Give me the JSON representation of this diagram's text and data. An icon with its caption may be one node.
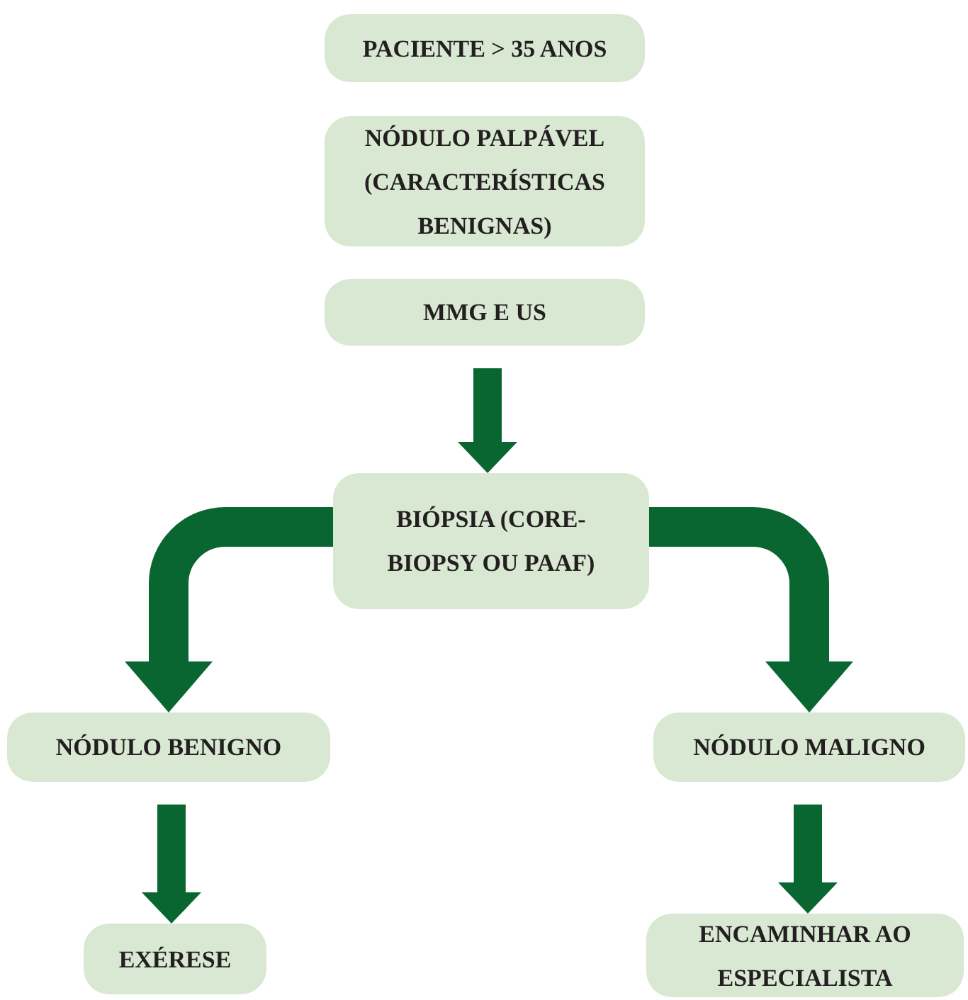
{
  "diagram": {
    "nodes": [
      {
        "text": [
          "PACIENTE > 35 ANOS"
        ]
      },
      {
        "text": [
          "NÓDULO PALPÁVEL (CARACTERÍSTICAS BENIGNAS)"
        ]
      },
      {
        "text": [
          "MMG E US"
        ]
      },
      {
        "text": [
          "BIÓPSIA (CORE-BIOPSY OU PAAF)"
        ]
      },
      {
        "text": [
          "NÓDULO BENIGNO"
        ]
      },
      {
        "text": [
          "NÓDULO MALIGNO"
        ]
      },
      {
        "text": [
          "EXÉRESE"
        ]
      },
      {
        "text": [
          "ENCAMINHAR AO ESPECIALISTA"
        ]
      }
    ],
    "edges": [
      {
        "from": 2,
        "to": 3,
        "arrow": "to"
      },
      {
        "from": 3,
        "to": 4,
        "arrow": "to"
      },
      {
        "from": 3,
        "to": 5,
        "arrow": "to"
      },
      {
        "from": 4,
        "to": 6,
        "arrow": "to"
      },
      {
        "from": 5,
        "to": 7,
        "arrow": "to"
      }
    ]
  }
}
